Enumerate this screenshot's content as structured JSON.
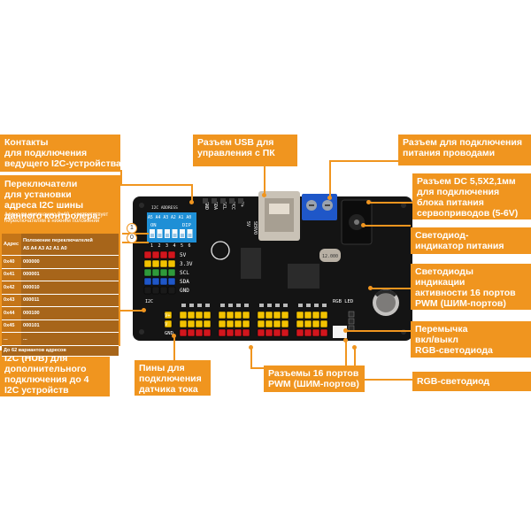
{
  "callouts": {
    "master_contacts": [
      "Контакты",
      "для подключения",
      "ведущего I2C-устройства"
    ],
    "usb_connector": [
      "Разъем USB для",
      "управления с ПК"
    ],
    "wire_power": [
      "Разъем для подключения",
      "питания проводами"
    ],
    "dc_jack": [
      "Разъем DC 5,5Х2,1мм",
      "для подключения",
      "блока питания",
      "сервоприводов (5-6V)"
    ],
    "power_led": [
      "Светодиод-",
      "индикатор питания"
    ],
    "pwm_leds": [
      "Светодиоды",
      "индикации",
      "активности 16 портов",
      "PWM (ШИМ-портов)"
    ],
    "rgb_jumper": [
      "Перемычка",
      "вкл/выкл",
      "RGB-светодиода"
    ],
    "rgb_led": [
      "RGB-светодиод"
    ],
    "i2c_hub": [
      "I2C (HUB) для",
      "дополнительного",
      "подключения до 4",
      "I2C устройств"
    ],
    "current_pins": [
      "Пины для",
      "подключения",
      "датчика тока"
    ],
    "pwm_ports": [
      "Разъемы 16 портов",
      "PWM (ШИМ-портов)"
    ]
  },
  "address_panel": {
    "title": [
      "Переключатели",
      "для установки",
      "адреса I2C шины",
      "данного контролера."
    ],
    "note": "Адрес по умолчанию 0x40 - соответствует переключателям в нижнем положении",
    "header": {
      "col1": "Адрес",
      "col2_line1": "Положение переключателей",
      "col2_line2": "A5 A4 A3 A2 A1 A0"
    },
    "rows": [
      {
        "addr": "0x40",
        "bits": "000000"
      },
      {
        "addr": "0x41",
        "bits": "000001"
      },
      {
        "addr": "0x42",
        "bits": "000010"
      },
      {
        "addr": "0x43",
        "bits": "000011"
      },
      {
        "addr": "0x44",
        "bits": "000100"
      },
      {
        "addr": "0x45",
        "bits": "000101"
      },
      {
        "addr": "...",
        "bits": "..."
      }
    ],
    "footer": "До 62 вариантов адресов",
    "badges": [
      "1",
      "0"
    ]
  },
  "board": {
    "dip_header": "I2C ADDRESS",
    "dip_pins": "A5 A4 A3 A2 A1 A0",
    "dip_on": "ON",
    "dip_brand": "DIP",
    "dip_numbers": [
      "1",
      "2",
      "3",
      "4",
      "5",
      "6"
    ],
    "top_pins": [
      "GND",
      "SDA",
      "SCL",
      "VCC",
      "V+"
    ],
    "top_pins2": [
      "SERVO",
      "5V"
    ],
    "side_pins": [
      "5V",
      "3.3V",
      "SCL",
      "SDA",
      "GND"
    ],
    "i2c_label": "I2C",
    "bottom_labels": [
      "V+",
      "V",
      "GND"
    ],
    "rgb_label": "RGB LED",
    "crystal": "12.000",
    "colors": {
      "accent": "#f0951f",
      "pcb": "#141414",
      "header_yellow": "#f2c200",
      "header_red": "#d2161d",
      "usb_metal": "#c9c2b6",
      "terminal_blue": "#1f57c8",
      "dip_blue": "#1e8fd6"
    }
  }
}
